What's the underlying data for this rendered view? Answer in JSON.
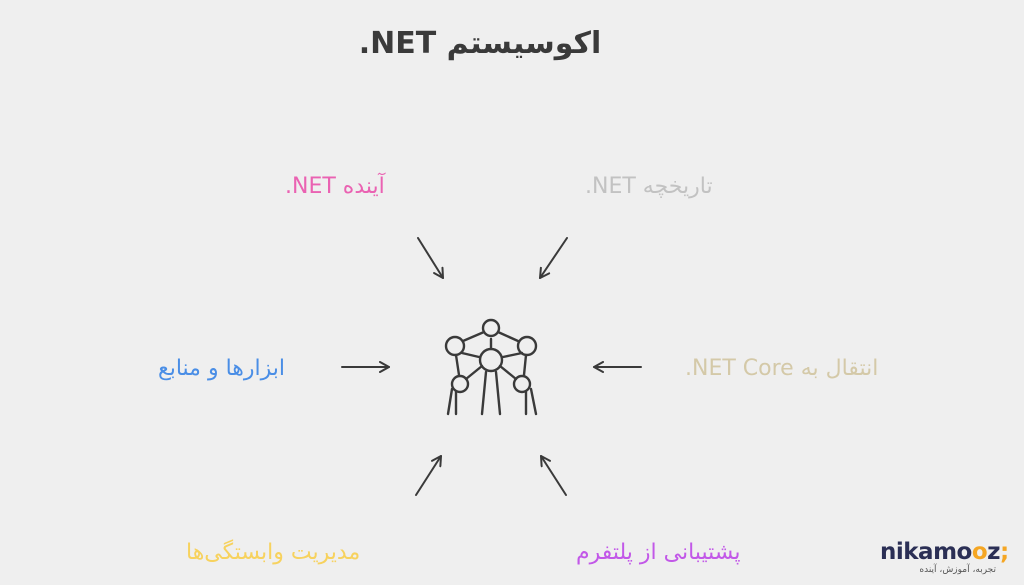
{
  "title": "اکوسیستم NET.",
  "nodes": [
    {
      "id": "history",
      "label": "تاریخچه NET.",
      "color": "#c2c2c2"
    },
    {
      "id": "future",
      "label": "آینده NET.",
      "color": "#ea62b2"
    },
    {
      "id": "migration",
      "label": "انتقال به NET Core.",
      "color": "#d4c9a8"
    },
    {
      "id": "tools",
      "label": "ابزارها و منابع",
      "color": "#4a8ee6"
    },
    {
      "id": "platform",
      "label": "پشتیبانی از پلتفرم",
      "color": "#c258e8"
    },
    {
      "id": "dependencies",
      "label": "مدیریت وابستگی‌ها",
      "color": "#f7d25e"
    }
  ],
  "center_icon": "network-hub-icon",
  "arrow_color": "#3a3a3a",
  "logo": {
    "name": "nikamooz",
    "tagline": "تجربه، آموزش، آینده",
    "brand_color": "#2b2f55",
    "accent_color": "#f5a623"
  }
}
